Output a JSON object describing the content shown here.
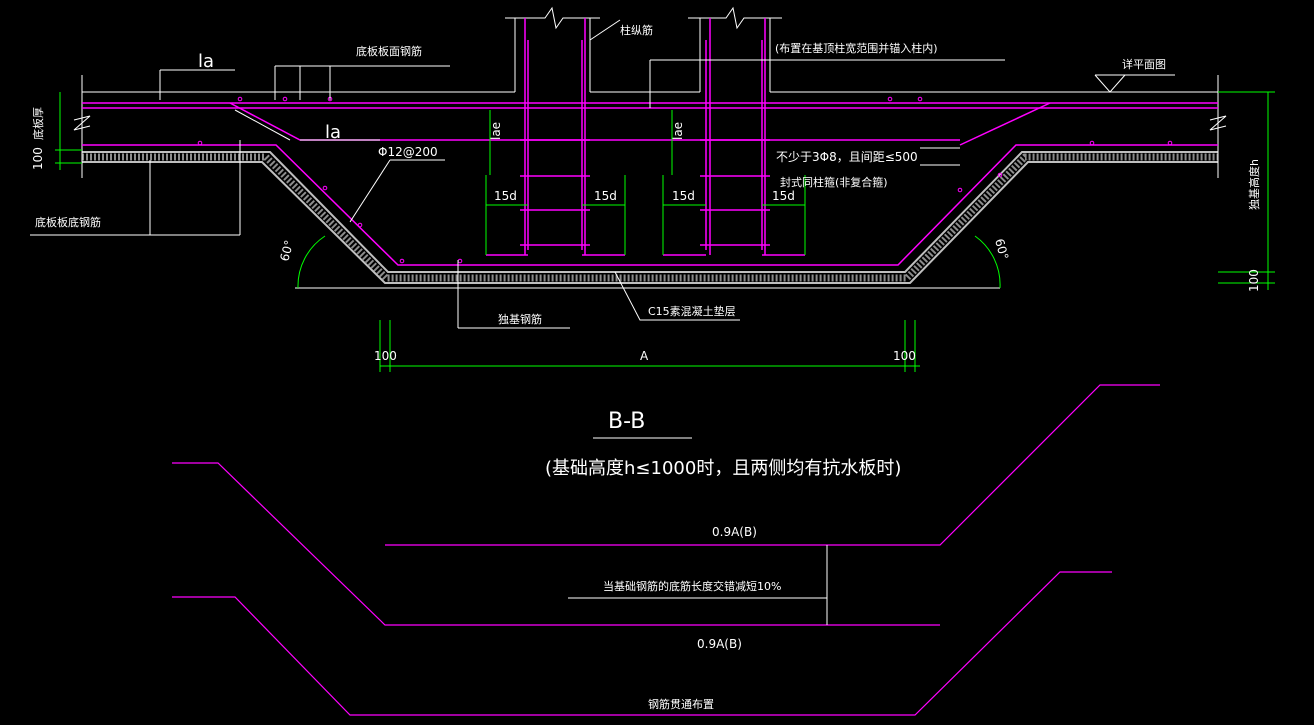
{
  "colors": {
    "background": "#000000",
    "magenta": "#ff00ff",
    "green": "#00ff00",
    "white": "#ffffff",
    "concrete": "#bfbfbf"
  },
  "labels": {
    "column_rebar": "柱纵筋",
    "column_rebar_note": "(布置在基顶柱宽范围并锚入柱内)",
    "top_rebar": "底板板面钢筋",
    "plan_ref": "详平面图",
    "slab_thickness": "底板厚",
    "la_top": "la",
    "la_mid": "la",
    "rebar_spec": "Φ12@200",
    "ties_note": "不少于3Φ8，且间距≤500",
    "ties_note2": "封式同柱箍(非复合箍)",
    "bottom_rebar": "底板板底钢筋",
    "angle_left": "60°",
    "angle_right": "60°",
    "hundred_left": "100",
    "hundred_right_bottom": "100",
    "foundation_height": "独基高度h",
    "independent_rebar": "独基钢筋",
    "cushion": "C15素混凝土垫层",
    "dim_left": "100",
    "dim_a": "A",
    "dim_right": "100",
    "d15_1": "15d",
    "d15_2": "15d",
    "d15_3": "15d",
    "d15_4": "15d",
    "ae_1": "lae",
    "ae_2": "lae"
  },
  "section": {
    "title": "B-B",
    "subtitle": "(基础高度h≤1000时，且两侧均有抗水板时)"
  },
  "lower": {
    "top_dim": "0.9A(B)",
    "bottom_dim": "0.9A(B)",
    "note": "当基础钢筋的底筋长度交错减短10%",
    "through_note": "钢筋贯通布置"
  }
}
